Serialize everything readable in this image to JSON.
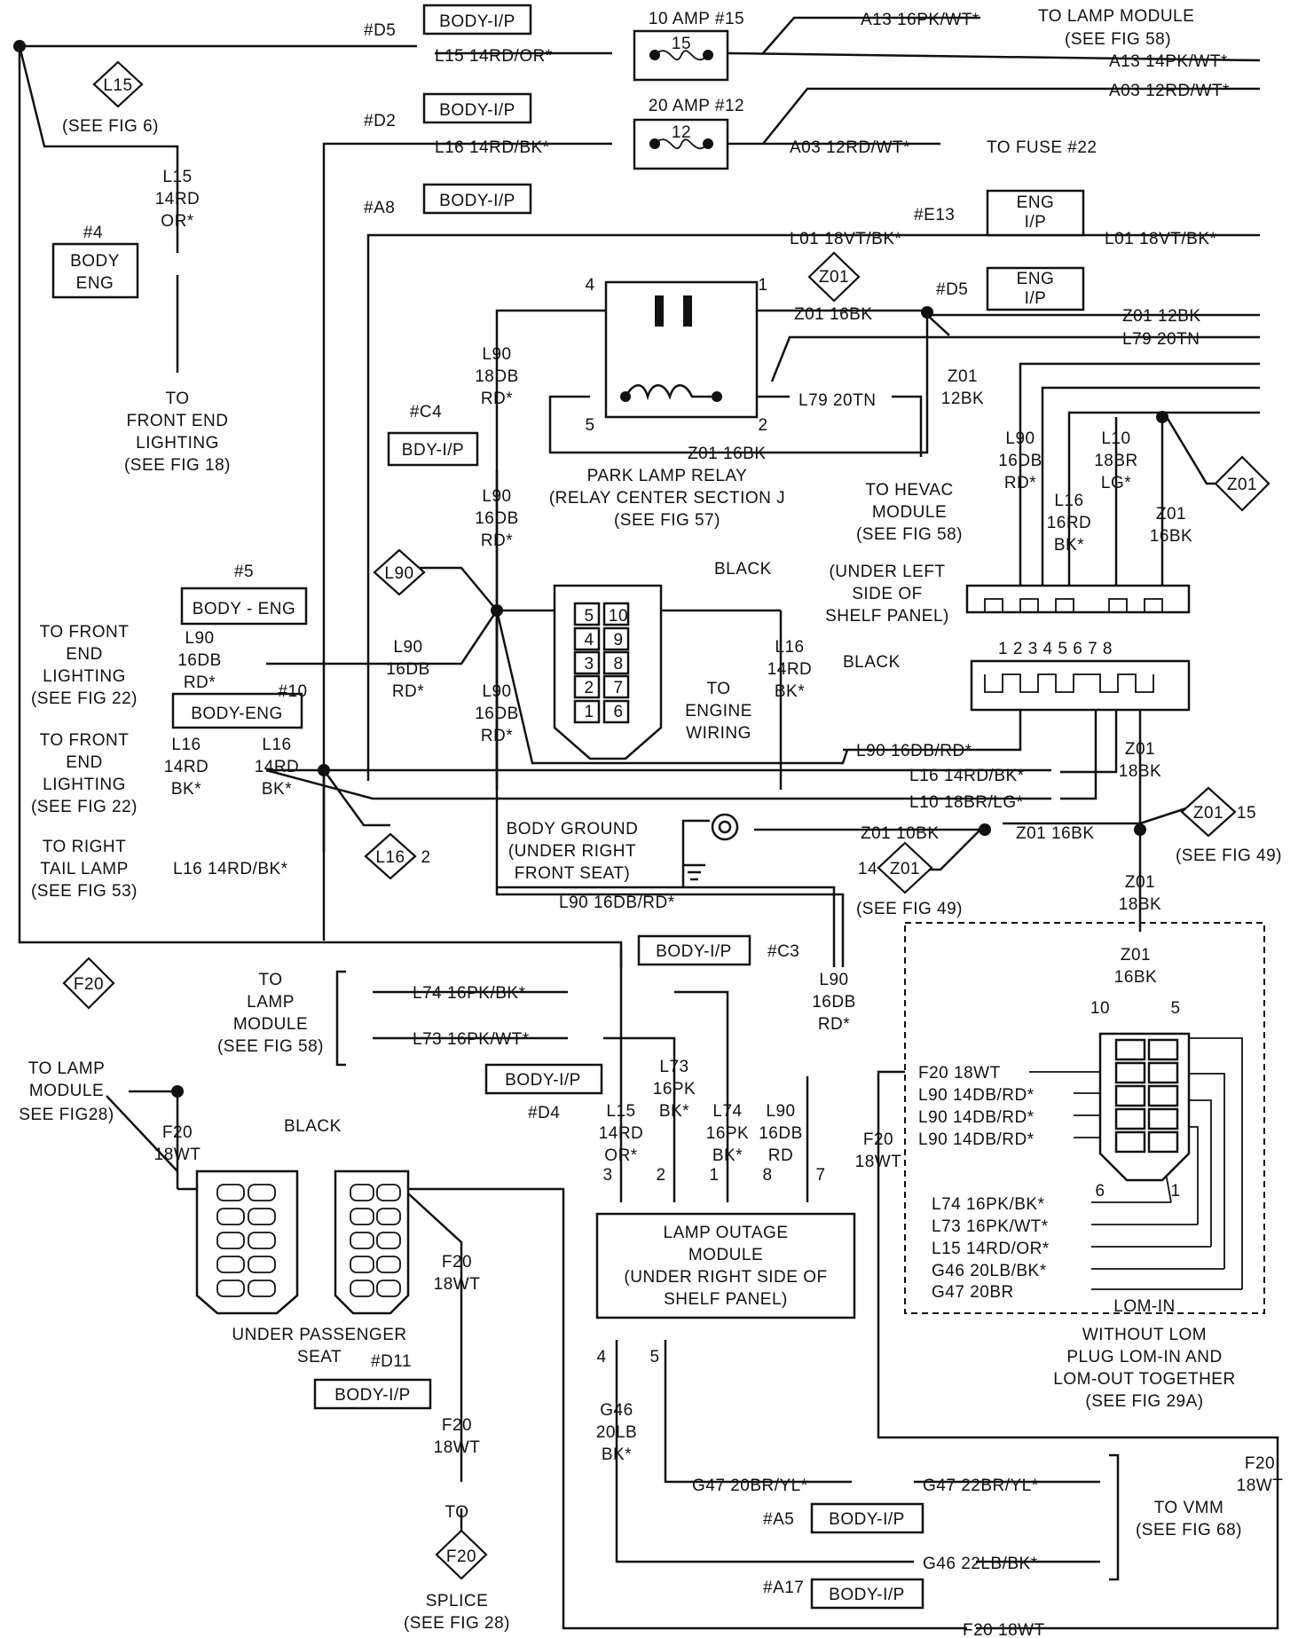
{
  "labels": {
    "d5_top": "#D5",
    "d2": "#D2",
    "a8": "#A8",
    "e13": "#E13",
    "d5_mid": "#D5",
    "c4": "#C4",
    "n4": "#4",
    "n5": "#5",
    "n10": "#10",
    "c3": "#C3",
    "d4": "#D4",
    "d11": "#D11",
    "a5": "#A5",
    "a17": "#A17",
    "body_ip": "BODY-I/P",
    "body_ip_alt": "BDY-I/P",
    "body_eng_a": "BODY-ENG",
    "body_eng_b": "BODY - ENG",
    "body_stack1": "BODY",
    "body_stack2": "ENG",
    "eng_ip1": "ENG",
    "eng_ip2": "I/P",
    "fuse15_title": "10 AMP #15",
    "fuse15_num": "15",
    "fuse12_title": "20 AMP #12",
    "fuse12_num": "12",
    "w_l15_top": "L15   14RD/OR*",
    "w_a13_a": "A13   16PK/WT*",
    "to_lamp_module": "TO LAMP  MODULE",
    "see58": "(SEE FIG 58)",
    "w_a13_b": "A13   14PK/WT*",
    "w_a03_a": "A03   12RD/WT*",
    "w_l16_top": "L16   14RD/BK*",
    "w_a03_b": "A03   12RD/WT*",
    "to_fuse22": "TO FUSE #22",
    "w_l01_a": "L01   18VT/BK*",
    "w_l01_b": "L01   18VT/BK*",
    "w_z01_16bk": "Z01   16BK",
    "w_z01_12bk": "Z01   12BK",
    "w_l79_a": "L79   20TN",
    "w_l79_b": "L79   20TN",
    "z01_12bk_1": "Z01",
    "z01_12bk_2": "12BK",
    "w_z01_16bk_b": "Z01   16BK",
    "see6": "(SEE FIG  6)",
    "l15v1": "L15",
    "l15v2": "14RD",
    "l15v3": "OR*",
    "to": "TO",
    "front_end": "FRONT END",
    "lighting": "LIGHTING",
    "see18": "(SEE FIG 18)",
    "l90a1": "L90",
    "l90a2": "18DB",
    "l90a3": "RD*",
    "pin4": "4",
    "pin1": "1",
    "pin5": "5",
    "pin2": "2",
    "prl1": "PARK LAMP RELAY",
    "prl2": "(RELAY CENTER SECTION J",
    "see57": "(SEE FIG 57)",
    "l90b1": "L90",
    "l90b2": "16DB",
    "l90b3": "RD*",
    "to_hevac1": "TO HEVAC",
    "to_hevac2": "MODULE",
    "l90c1": "L90",
    "l90c2": "16DB",
    "l90c3": "RD*",
    "l16c1": "L16",
    "l16c2": "16RD",
    "l16c3": "BK*",
    "l10c1": "L10",
    "l10c2": "18BR",
    "l10c3": "LG*",
    "z01c1": "Z01",
    "z01c2": "16BK",
    "under_left1": "(UNDER  LEFT",
    "under_left2": "SIDE  OF",
    "under_left3": "SHELF  PANEL)",
    "black": "BLACK",
    "pins8": "1  2  3  4     5   6   7   8",
    "tfel1": "TO FRONT",
    "tfel2": "END",
    "tfel3": "LIGHTING",
    "see22": "(SEE FIG 22)",
    "l90d1": "L90",
    "l90d2": "16DB",
    "l90d3": "RD*",
    "l90e1": "L90",
    "l90e2": "16DB",
    "l90e3": "RD*",
    "l90f1": "L90",
    "l90f2": "16DB",
    "l90f3": "RD*",
    "l16d1": "L16",
    "l16d2": "14RD",
    "l16d3": "BK*",
    "l16e1": "L16",
    "l16e2": "14RD",
    "l16e3": "BK*",
    "l16f1": "L16",
    "l16f2": "14RD",
    "l16f3": "BK*",
    "to_engine1": "TO",
    "to_engine2": "ENGINE",
    "to_engine3": "WIRING",
    "c10": "10",
    "c9": "9",
    "c8": "8",
    "c7": "7",
    "c6": "6",
    "c5": "5",
    "c4n": "4",
    "c3n": "3",
    "c2": "2",
    "c1": "1",
    "w_l90_h": "L90   16DB/RD*",
    "w_l16_h": "L16   14RD/BK*",
    "w_l10_h": "L10   18BR/LG*",
    "z01_18bk_1": "Z01",
    "z01_18bk_2": "18BK",
    "to_right1": "TO RIGHT",
    "to_right2": "TAIL LAMP",
    "see53": "(SEE FIG 53)",
    "w_l16_tail": "L16   14RD/BK*",
    "bg1": "BODY  GROUND",
    "bg2": "(UNDER  RIGHT",
    "bg3": "FRONT  SEAT)",
    "w_z01_10bk": "Z01   10BK",
    "w_z01_16bk_c": "Z01   16BK",
    "see49": "(SEE FIG 49)",
    "n14": "14",
    "n15": "15",
    "n2": "2",
    "w_l90_low": "L90   16DB/RD*",
    "ttl1": "TO",
    "ttl2": "LAMP",
    "ttl3": "MODULE",
    "w_l74": "L74   16PK/BK*",
    "w_l73": "L73   16PK/WT*",
    "l90g1": "L90",
    "l90g2": "16DB",
    "l90g3": "RD*",
    "lom_to1": "TO LAMP",
    "lom_to2": "MODULE",
    "see28": "SEE FIG28)",
    "f20a1": "F20",
    "f20a2": "18WT",
    "l73b1": "L73",
    "l73b2": "16PK",
    "l73b3": "BK*",
    "l15b1": "L15",
    "l15b2": "14RD",
    "l15b3": "OR*",
    "l74b1": "L74",
    "l74b2": "16PK",
    "l74b3": "BK*",
    "l90h1": "L90",
    "l90h2": "16DB",
    "l90h3": "RD",
    "p3": "3",
    "p2": "2",
    "p1": "1",
    "p8": "8",
    "p7": "7",
    "p4": "4",
    "p5": "5",
    "lom1": "LAMP  OUTAGE",
    "lom2": "MODULE",
    "lom3": "(UNDER  RIGHT  SIDE  OF",
    "lom4": "SHELF  PANEL)",
    "black2": "BLACK",
    "ups1": "UNDER PASSENGER",
    "ups2": "SEAT",
    "f20b1": "F20",
    "f20b2": "18WT",
    "f20c1": "F20",
    "f20c2": "18WT",
    "splice": "SPLICE",
    "see28b": "(SEE FIG 28)",
    "f20_dia": "F20",
    "g46_1": "G46",
    "g46_2": "20LB",
    "g46_3": "BK*",
    "w_g47a": "G47   20BR/YL*",
    "w_g47b": "G47   22BR/YL*",
    "w_g46b": "G46   22LB/BK*",
    "w_f20_bot": "F20   18WT",
    "to_vmm1": "TO  VMM",
    "to_vmm2": "(SEE FIG  68)",
    "f20d1": "F20",
    "f20d2": "18WT",
    "z01_16bk_r1": "Z01",
    "z01_16bk_r2": "16BK",
    "lomc10": "10",
    "lomc5": "5",
    "lomc6": "6",
    "lomc1": "1",
    "lom_f20": "F20   18WT",
    "lom_l90a": "L90   14DB/RD*",
    "lom_l90b": "L90   14DB/RD*",
    "lom_l90c": "L90   14DB/RD*",
    "f20e1": "F20",
    "f20e2": "18WT",
    "lom_l74": "L74   16PK/BK*",
    "lom_l73": "L73   16PK/WT*",
    "lom_l15": "L15   14RD/OR*",
    "lom_g46": "G46   20LB/BK*",
    "lom_g47": "G47   20BR",
    "lomin": "LOM-IN",
    "wl1": "WITHOUT LOM",
    "wl2": "PLUG LOM-IN AND",
    "wl3": "LOM-OUT TOGETHER",
    "see29a": "(SEE FIG 29A)",
    "z01_18bk_r1": "Z01",
    "z01_18bk_r2": "18BK",
    "dia_l15": "L15",
    "dia_z01a": "Z01",
    "dia_l90": "L90",
    "dia_l16": "L16",
    "dia_z01b": "Z01",
    "dia_z01c": "Z01",
    "dia_z01d": "Z01",
    "dia_f20": "F20"
  }
}
